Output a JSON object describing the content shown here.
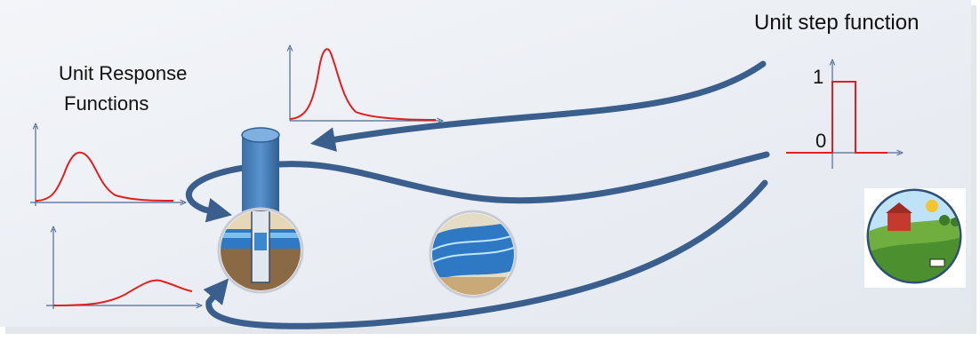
{
  "step_function": {
    "title": "Unit step function",
    "tick_high": "1",
    "tick_low": "0"
  },
  "response_functions": {
    "title_line1": "Unit Response",
    "title_line2": "Functions"
  },
  "colors": {
    "panel_background": "#e7ebf1",
    "arrow": "#3a5f8c",
    "curve": "#e02020",
    "axis": "#4a6a90",
    "well_casing": "#4a7fb8"
  },
  "icons": [
    "monitoring-well-icon",
    "aquifer-flow-icon",
    "farmland-icon"
  ]
}
